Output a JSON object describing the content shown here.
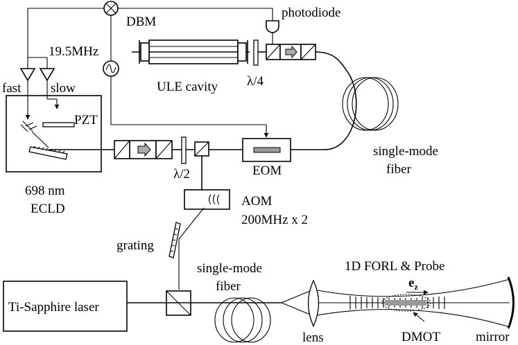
{
  "labels": {
    "dbm": "DBM",
    "photodiode": "photodiode",
    "freq_19_5": "19.5MHz",
    "fast": "fast",
    "slow": "slow",
    "ule_cavity": "ULE cavity",
    "lambda4": "λ/4",
    "pzt": "PZT",
    "lambda2": "λ/2",
    "eom": "EOM",
    "sm_fiber_1_a": "single-mode",
    "sm_fiber_1_b": "fiber",
    "ecld_1": "698 nm",
    "ecld_2": "ECLD",
    "aom_1": "AOM",
    "aom_2": "200MHz x 2",
    "grating": "grating",
    "sm_fiber_2_a": "single-mode",
    "sm_fiber_2_b": "fiber",
    "forl": "1D FORL & Probe",
    "ez_main": "e",
    "ez_sub": "z",
    "ti_sapphire": "Ti-Sapphire laser",
    "lens": "lens",
    "dmot": "DMOT",
    "mirror": "mirror"
  }
}
